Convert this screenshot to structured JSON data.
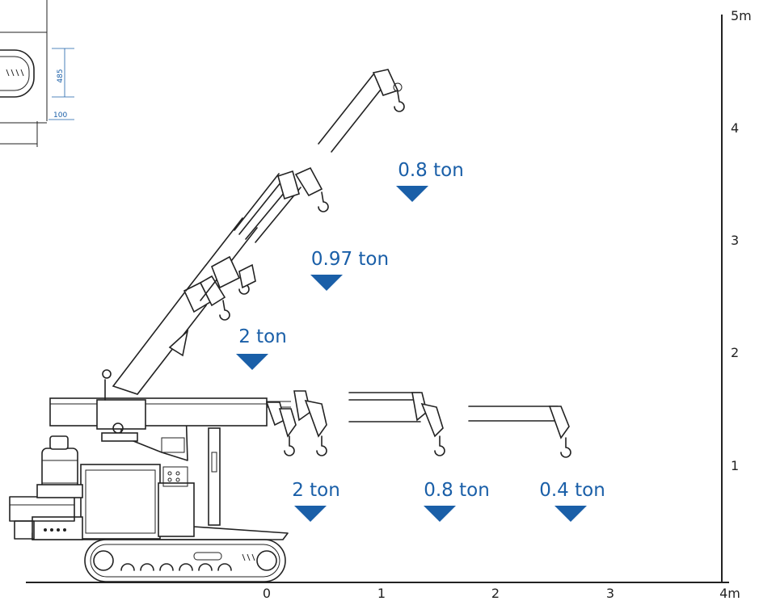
{
  "axes": {
    "x_ticks": [
      "0",
      "1",
      "2",
      "3",
      "4m"
    ],
    "y_ticks": [
      "1",
      "2",
      "3",
      "4",
      "5m"
    ]
  },
  "dimensions": {
    "height_label": "485",
    "offset_label": "100"
  },
  "loads": [
    {
      "label": "0.8 ton"
    },
    {
      "label": "0.97 ton"
    },
    {
      "label": "2 ton"
    },
    {
      "label": "2 ton"
    },
    {
      "label": "0.8 ton"
    },
    {
      "label": "0.4 ton"
    }
  ],
  "colors": {
    "accent": "#1a5fa8",
    "line": "#222222"
  }
}
